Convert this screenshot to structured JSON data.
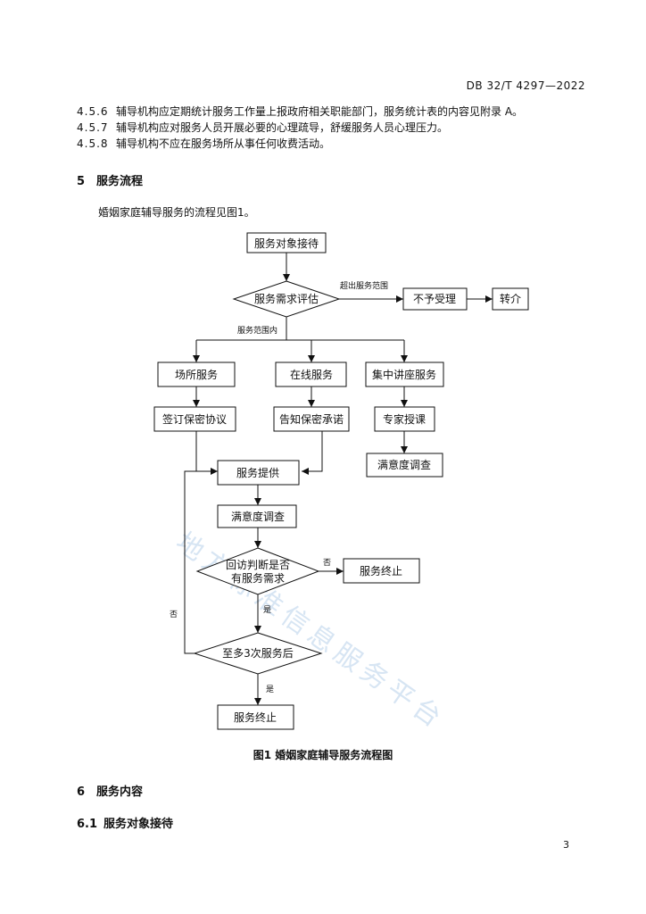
{
  "header": {
    "doc_id": "DB 32/T 4297—2022"
  },
  "clauses": [
    {
      "num": "4.5.6",
      "text": "辅导机构应定期统计服务工作量上报政府相关职能部门，服务统计表的内容见附录 A。"
    },
    {
      "num": "4.5.7",
      "text": "辅导机构应对服务人员开展必要的心理疏导，舒缓服务人员心理压力。"
    },
    {
      "num": "4.5.8",
      "text": "辅导机构不应在服务场所从事任何收费活动。"
    }
  ],
  "section5": {
    "num": "5",
    "title": "服务流程"
  },
  "intro_text": "婚姻家庭辅导服务的流程见图1。",
  "flowchart": {
    "reception": "服务对象接待",
    "needs_assessment": "服务需求评估",
    "out_of_scope_label": "超出服务范围",
    "not_accepted": "不予受理",
    "referral": "转介",
    "in_scope_label": "服务范围内",
    "onsite_service": "场所服务",
    "online_service": "在线服务",
    "lecture_service": "集中讲座服务",
    "sign_agreement": "签订保密协议",
    "confidentiality_notice": "告知保密承诺",
    "expert_lecture": "专家授课",
    "satisfaction_survey_lecture": "满意度调查",
    "service_provision": "服务提供",
    "satisfaction_survey": "满意度调查",
    "followup_line1": "回访判断是否",
    "followup_line2": "有服务需求",
    "no_label_1": "否",
    "service_end_1": "服务终止",
    "yes_label_1": "是",
    "no_label_2": "否",
    "max_three": "至多3次服务后",
    "yes_label_2": "是",
    "service_end_2": "服务终止"
  },
  "watermark": "地方标准信息服务平台",
  "figure_caption": "图1  婚姻家庭辅导服务流程图",
  "section6": {
    "num": "6",
    "title": "服务内容"
  },
  "section61": {
    "num": "6.1",
    "title": "服务对象接待"
  },
  "page_number": "3"
}
